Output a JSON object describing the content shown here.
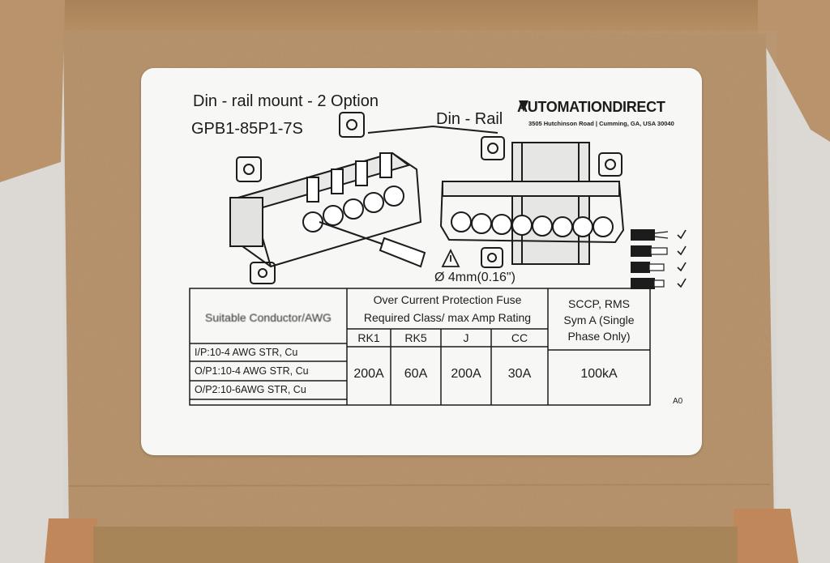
{
  "label": {
    "title_line1": "Din - rail mount  -  2 Option",
    "title_line2": "GPB1-85P1-7S",
    "din_rail": "Din - Rail",
    "brand": "AUTOMATIONDIRECT",
    "brand_address": "3505 Hutchinson Road | Cumming, GA, USA 30040",
    "screwdriver_size": "Ø 4mm(0.16\")",
    "code": "A0"
  },
  "table": {
    "conductor_header": "Suitable Conductor/AWG",
    "fuse_header_line1": "Over Current Protection Fuse",
    "fuse_header_line2": "Required Class/ max Amp Rating",
    "sccp_header_line1": "SCCP, RMS",
    "sccp_header_line2": "Sym A (Single",
    "sccp_header_line3": "Phase Only)",
    "classes": [
      "RK1",
      "RK5",
      "J",
      "CC"
    ],
    "ratings": [
      "200A",
      "60A",
      "200A",
      "30A"
    ],
    "sccp_value": "100kA",
    "conductors": [
      "I/P:10-4 AWG STR, Cu",
      "O/P1:10-4 AWG STR, Cu",
      "O/P2:10-6AWG STR, Cu"
    ]
  },
  "colors": {
    "cardboard": "#b48d64",
    "label_bg": "#f7f7f5",
    "ink": "#1c1c1c",
    "box_flap": "#c0875a"
  }
}
